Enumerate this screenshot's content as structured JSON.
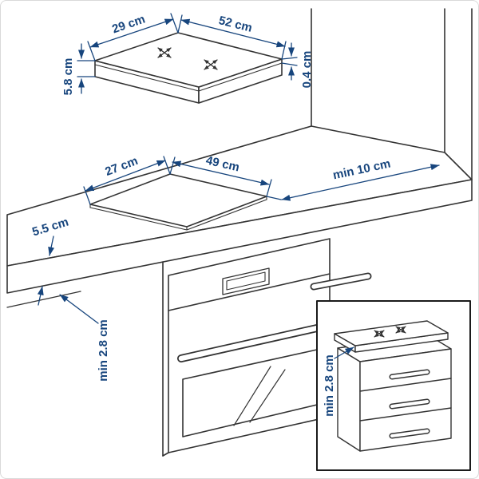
{
  "colors": {
    "background": "#ffffff",
    "drawing_line": "#333333",
    "dimension": "#17457d",
    "frame_border": "#d9d9d9",
    "inset_border": "#1a1a1a"
  },
  "cooktop": {
    "depth": "29 cm",
    "width": "52 cm",
    "height": "5.8 cm",
    "panel_thickness": "0.4 cm"
  },
  "worktop": {
    "cutout_depth": "27 cm",
    "cutout_width": "49 cm",
    "rear_clearance": "min 10 cm",
    "thickness": "5.5 cm",
    "clearance_below": "min 2.8 cm"
  },
  "inset": {
    "clearance_below": "min 2.8 cm"
  }
}
